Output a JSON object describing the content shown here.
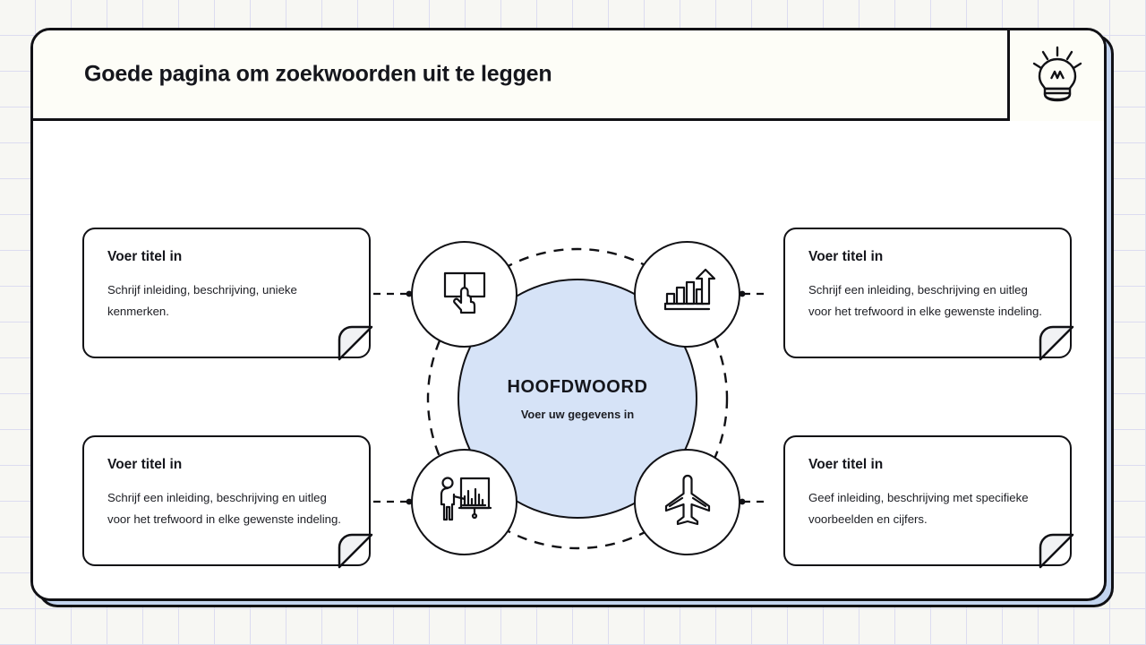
{
  "slide": {
    "header": {
      "title": "Goede pagina om zoekwoorden uit te leggen",
      "icon": "lightbulb-icon"
    },
    "hub": {
      "title": "HOOFDWOORD",
      "subtitle": "Voer uw gegevens in",
      "fill_color": "#d6e3f7"
    },
    "nodes": [
      {
        "position": "top-left",
        "icon": "book-hand-icon"
      },
      {
        "position": "top-right",
        "icon": "bar-chart-growth-icon"
      },
      {
        "position": "bottom-left",
        "icon": "presenter-chart-icon"
      },
      {
        "position": "bottom-right",
        "icon": "airplane-icon"
      }
    ],
    "cards": [
      {
        "position": "top-left",
        "title": "Voer titel in",
        "body": "Schrijf inleiding, beschrijving, unieke kenmerken."
      },
      {
        "position": "bottom-left",
        "title": "Voer titel in",
        "body": "Schrijf een inleiding, beschrijving en uitleg voor het trefwoord in elke gewenste indeling."
      },
      {
        "position": "top-right",
        "title": "Voer titel in",
        "body": "Schrijf een inleiding, beschrijving en uitleg voor het trefwoord in elke gewenste indeling."
      },
      {
        "position": "bottom-right",
        "title": "Voer titel in",
        "body": "Geef inleiding, beschrijving met specifieke voorbeelden en cijfers."
      }
    ],
    "theme": {
      "outline_color": "#111115",
      "frame_shadow_color": "#c3d4ef",
      "background_color": "#f7f7f3",
      "grid_line_color": "#dcdcf0",
      "header_background": "#fdfdf7"
    }
  }
}
